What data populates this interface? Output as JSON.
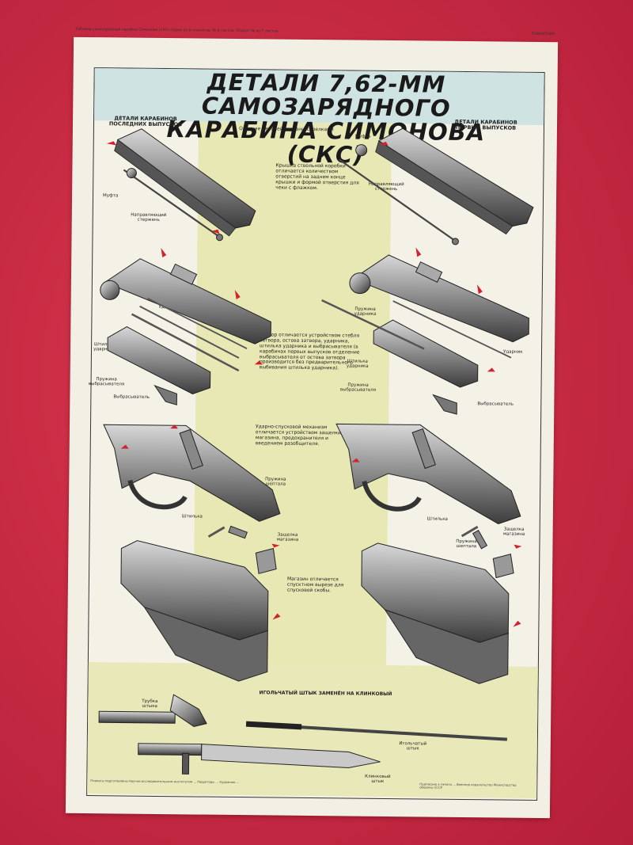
{
  "poster": {
    "header_note": "Таблица самозарядный карабин Симонова (СКС) Серия из 6 плакатов. № 6 листов. Плакат № из 7 листов",
    "corner_tag": "ПЛАКАТНИК",
    "title_line1": "ДЕТАЛИ 7,62-ММ САМОЗАРЯДНОГО",
    "title_line2": "КАРАБИНА СИМОНОВА (СКС)",
    "left_header": "ДЕТАЛИ КАРАБИНОВ ПОСЛЕДНИХ ВЫПУСКОВ",
    "right_header": "ДЕТАЛИ КАРАБИНОВ ПЕРВЫХ ВЫПУСКОВ",
    "center_top": "Отличие деталей указаны стрелками",
    "notes": {
      "cover": "Крышка ствольной коробки отличается количеством отверстий на заднем конце крышки и формой отверстия для чеки с флажком.",
      "bolt": "Затвор отличается устройством стебля затвора, остова затвора, ударника, штилька ударника и выбрасывателя (в карабинах первых выпусков отделение выбрасывателя от остова затвора производится без предварительного выбивания штилька ударника).",
      "trigger": "Ударно-спусковой механизм отличается устройством защелки магазина, предохранителя и введением разобщителя.",
      "magazine": "Магазин отличается спусктном вырезе для спусковой скобы.",
      "bayonet_heading": "ИГОЛЬЧАТЫЙ ШТЫК ЗАМЕНЁН НА КЛИНКОВЫЙ"
    },
    "labels": {
      "mufta_left": "Муфта",
      "rod_left": "Направляющий стержень",
      "mufta_right": "Муфта",
      "rod_right": "Направляющий стержень",
      "firing_pin_left": "Ударник",
      "pin_pin_left": "Штилька ударника",
      "spring_extractor_left": "Пружина выбрасывателя",
      "extractor_left": "Выбрасыватель",
      "spring_firing_right": "Пружина ударника",
      "firing_pin_right": "Ударник",
      "pin_pin_right": "Штилька ударника",
      "spring_extractor_right": "Пружина выбрасывателя",
      "extractor_right": "Выбрасыватель",
      "spring_pin_left": "Пружина шептала",
      "shtilka_left": "Штилька",
      "latch_left": "Защелка магазина",
      "shtilka_right": "Штилька",
      "latch_right": "Защелка магазина",
      "spring_pin_right": "Пружина шептала",
      "tube": "Трубка штыка",
      "needle": "Игольчатый штык",
      "blade": "Клинковый штык"
    },
    "footer_note": "Плакаты подготовлены Научно-исследовательским институтом ... Редакторы ... Художник ...",
    "footer_imprint": "Подписано к печати ... Военное издательство Министерства обороны СССР"
  },
  "colors": {
    "background": "#c92c44",
    "paper": "#f2efe4",
    "title_band": "#cfe3e3",
    "center_panel": "#e7e8b4",
    "arrow": "#d3222e"
  }
}
